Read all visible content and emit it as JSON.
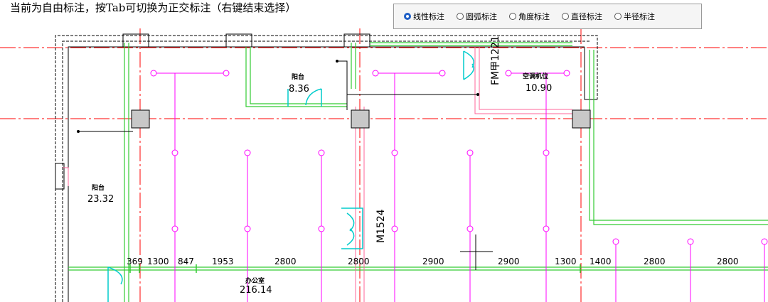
{
  "prompt": "当前为自由标注，按Tab可切换为正交标注（右键结束选择）",
  "dimension_modes": [
    {
      "label": "线性标注",
      "selected": true
    },
    {
      "label": "圆弧标注",
      "selected": false
    },
    {
      "label": "角度标注",
      "selected": false
    },
    {
      "label": "直径标注",
      "selected": false
    },
    {
      "label": "半径标注",
      "selected": false
    }
  ],
  "rooms": {
    "balcony_top_name": "阳台",
    "balcony_top_area": "8.36",
    "ac_room_name": "空调机位",
    "ac_room_area": "10.90",
    "balcony_left_name": "阳台",
    "balcony_left_area": "23.32",
    "office_name": "办公室",
    "office_area": "216.14"
  },
  "door_labels": {
    "fm": "FM甲1221",
    "m": "M1524"
  },
  "dimensions": [
    "369",
    "1300",
    "847",
    "1953",
    "2800",
    "2800",
    "2900",
    "2900",
    "1300",
    "1400",
    "2800",
    "2800"
  ],
  "colors": {
    "axis": "#ff0000",
    "wall_green": "#33cc33",
    "pipe_magenta": "#ff00ff",
    "wall_pink": "#ff6699",
    "door_cyan": "#00cccc",
    "radio_selected": "#1f5fc6"
  }
}
